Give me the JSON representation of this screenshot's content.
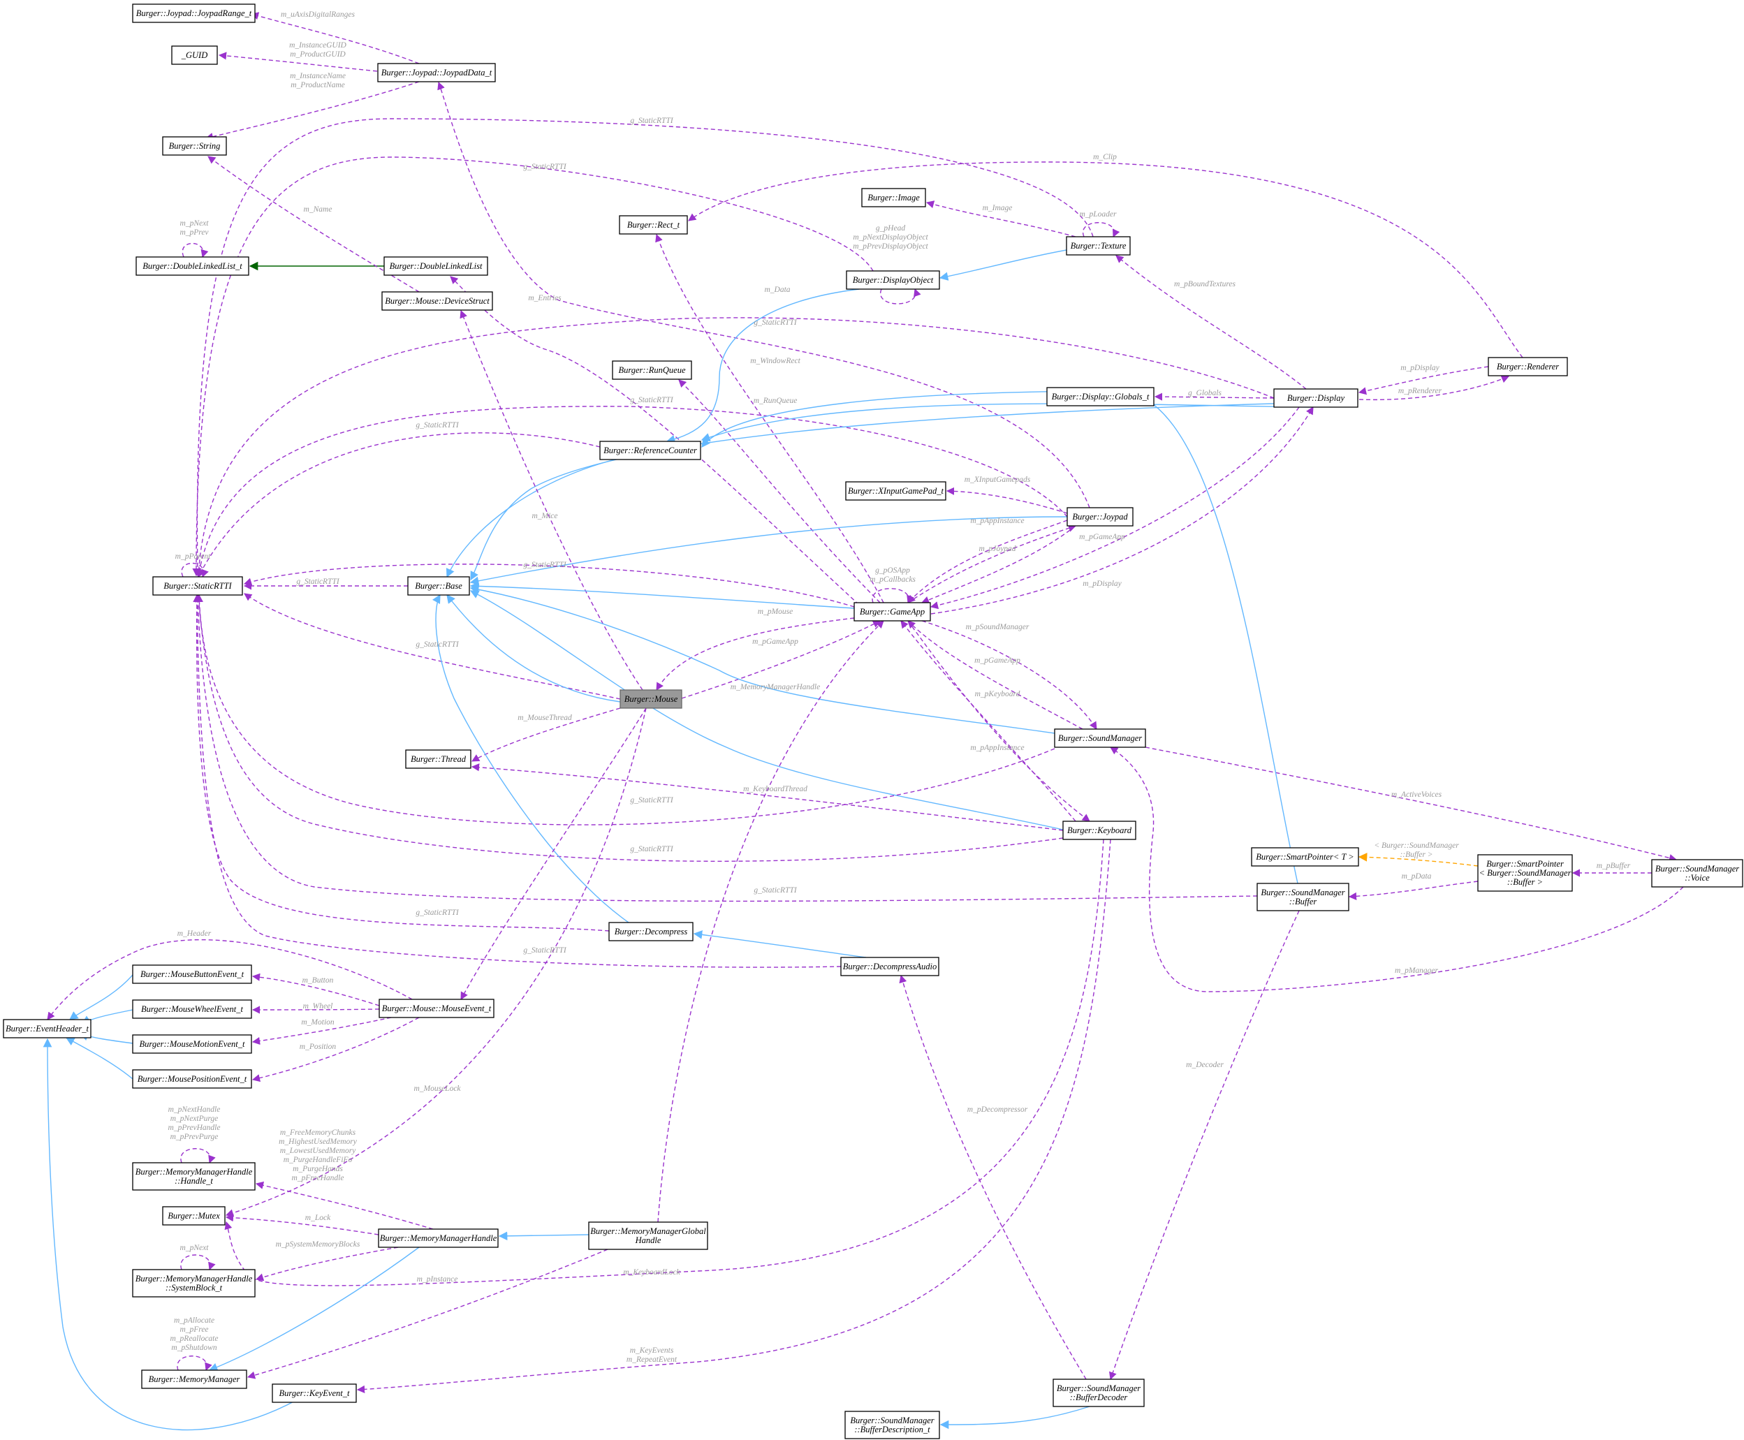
{
  "diagram": {
    "nodes": {
      "joypad_range": [
        "Burger::Joypad::JoypadRange_t"
      ],
      "guid": [
        "_GUID"
      ],
      "joypad_data": [
        "Burger::Joypad::JoypadData_t"
      ],
      "string": [
        "Burger::String"
      ],
      "dll_t": [
        "Burger::DoubleLinkedList_t"
      ],
      "dll": [
        "Burger::DoubleLinkedList"
      ],
      "device_struct": [
        "Burger::Mouse::DeviceStruct"
      ],
      "rect": [
        "Burger::Rect_t"
      ],
      "image": [
        "Burger::Image"
      ],
      "texture": [
        "Burger::Texture"
      ],
      "display_object": [
        "Burger::DisplayObject"
      ],
      "run_queue": [
        "Burger::RunQueue"
      ],
      "renderer": [
        "Burger::Renderer"
      ],
      "display_globals": [
        "Burger::Display::Globals_t"
      ],
      "display": [
        "Burger::Display"
      ],
      "ref_counter": [
        "Burger::ReferenceCounter"
      ],
      "xinput": [
        "Burger::XInputGamePad_t"
      ],
      "joypad": [
        "Burger::Joypad"
      ],
      "static_rtti": [
        "Burger::StaticRTTI"
      ],
      "base": [
        "Burger::Base"
      ],
      "game_app": [
        "Burger::GameApp"
      ],
      "mouse": [
        "Burger::Mouse"
      ],
      "sound_manager": [
        "Burger::SoundManager"
      ],
      "thread": [
        "Burger::Thread"
      ],
      "keyboard": [
        "Burger::Keyboard"
      ],
      "smart_pointer_t": [
        "Burger::SmartPointer< T >"
      ],
      "smart_pointer_buf": [
        "Burger::SmartPointer",
        "< Burger::SoundManager",
        "::Buffer >"
      ],
      "voice": [
        "Burger::SoundManager",
        "::Voice"
      ],
      "buffer": [
        "Burger::SoundManager",
        "::Buffer"
      ],
      "decompress": [
        "Burger::Decompress"
      ],
      "decompress_audio": [
        "Burger::DecompressAudio"
      ],
      "mouse_button_event": [
        "Burger::MouseButtonEvent_t"
      ],
      "mouse_event": [
        "Burger::Mouse::MouseEvent_t"
      ],
      "mouse_wheel_event": [
        "Burger::MouseWheelEvent_t"
      ],
      "event_header": [
        "Burger::EventHeader_t"
      ],
      "mouse_motion_event": [
        "Burger::MouseMotionEvent_t"
      ],
      "mouse_position_event": [
        "Burger::MousePositionEvent_t"
      ],
      "mmh_handle": [
        "Burger::MemoryManagerHandle",
        "::Handle_t"
      ],
      "mutex": [
        "Burger::Mutex"
      ],
      "mmh": [
        "Burger::MemoryManagerHandle"
      ],
      "mm_global": [
        "Burger::MemoryManagerGlobal",
        "Handle"
      ],
      "mmh_system": [
        "Burger::MemoryManagerHandle",
        "::SystemBlock_t"
      ],
      "memory_manager": [
        "Burger::MemoryManager"
      ],
      "key_event": [
        "Burger::KeyEvent_t"
      ],
      "buffer_decoder": [
        "Burger::SoundManager",
        "::BufferDecoder"
      ],
      "buffer_description": [
        "Burger::SoundManager",
        "::BufferDescription_t"
      ]
    },
    "edge_labels": {
      "axis_ranges": [
        "m_uAxisDigitalRanges"
      ],
      "guids": [
        "m_InstanceGUID",
        "m_ProductGUID"
      ],
      "names": [
        "m_InstanceName",
        "m_ProductName"
      ],
      "joy_rtti": [
        "g_StaticRTTI"
      ],
      "dobj_rtti": [
        "g_StaticRTTI"
      ],
      "clip": [
        "m_Clip"
      ],
      "dll_self": [
        "m_pNext",
        "m_pPrev"
      ],
      "m_name": [
        "m_Name"
      ],
      "m_image": [
        "m_Image"
      ],
      "tex_loader": [
        "m_pLoader"
      ],
      "dobj_self": [
        "g_pHead",
        "m_pNextDisplayObject",
        "m_pPrevDisplayObject"
      ],
      "m_data": [
        "m_Data"
      ],
      "entries": [
        "m_Entries"
      ],
      "bound_tex": [
        "m_pBoundTextures"
      ],
      "disp_rtti": [
        "g_StaticRTTI"
      ],
      "window_rect": [
        "m_WindowRect"
      ],
      "r_display": [
        "m_pDisplay"
      ],
      "r_renderer": [
        "m_pRenderer"
      ],
      "globals": [
        "g_Globals"
      ],
      "run_queue": [
        "m_RunQueue"
      ],
      "keyb_rtti_top": [
        "g_StaticRTTI"
      ],
      "ref_rtti": [
        "g_StaticRTTI"
      ],
      "xinput": [
        "m_XInputGamepads"
      ],
      "mice": [
        "m_Mice"
      ],
      "pappinst_joy": [
        "m_pAppInstance"
      ],
      "pgameapp_disp": [
        "m_pGameApp"
      ],
      "pjoypad": [
        "m_pJoypad"
      ],
      "rtti_self": [
        "m_pParent"
      ],
      "app_self": [
        "g_pOSApp",
        "m_pCallbacks"
      ],
      "gameapp_rtti": [
        "g_StaticRTTI"
      ],
      "base_rtti": [
        "g_StaticRTTI"
      ],
      "pdisplay": [
        "m_pDisplay"
      ],
      "pmouse": [
        "m_pMouse"
      ],
      "mouse_rtti": [
        "g_StaticRTTI"
      ],
      "psound": [
        "m_pSoundManager"
      ],
      "pgameapp_mouse": [
        "m_pGameApp"
      ],
      "pgameapp_sound": [
        "m_pGameApp"
      ],
      "mmh_app": [
        "m_MemoryManagerHandle"
      ],
      "pkeyboard": [
        "m_pKeyboard"
      ],
      "mouse_thread": [
        "m_MouseThread"
      ],
      "pappinst_kb": [
        "m_pAppInstance"
      ],
      "kb_thread": [
        "m_KeyboardThread"
      ],
      "active_voices": [
        "m_ActiveVoices"
      ],
      "sound_rtti": [
        "g_StaticRTTI"
      ],
      "kb_rtti": [
        "g_StaticRTTI"
      ],
      "tmpl_args": [
        "< Burger::SoundManager",
        "::Buffer >"
      ],
      "pdata": [
        "m_pData"
      ],
      "pbuffer": [
        "m_pBuffer"
      ],
      "buffer_rtti": [
        "g_StaticRTTI"
      ],
      "decomp_rtti": [
        "g_StaticRTTI"
      ],
      "header": [
        "m_Header"
      ],
      "daudio_rtti": [
        "g_StaticRTTI"
      ],
      "pmanager": [
        "m_pManager"
      ],
      "button": [
        "m_Button"
      ],
      "wheel": [
        "m_Wheel"
      ],
      "motion": [
        "m_Motion"
      ],
      "position": [
        "m_Position"
      ],
      "decoder": [
        "m_Decoder"
      ],
      "mouse_lock": [
        "m_MouseLock"
      ],
      "handle_self": [
        "m_pNextHandle",
        "m_pNextPurge",
        "m_pPrevHandle",
        "m_pPrevPurge"
      ],
      "mmh_fields": [
        "m_FreeMemoryChunks",
        "m_HighestUsedMemory",
        "m_LowestUsedMemory",
        "m_PurgeHandleFiFo",
        "m_PurgeHands",
        "m_pFreeHandle"
      ],
      "pdecompressor": [
        "m_pDecompressor"
      ],
      "m_lock": [
        "m_Lock"
      ],
      "system_block": [
        "m_pSystemMemoryBlocks"
      ],
      "keyboard_lock": [
        "m_KeyboardLock"
      ],
      "sys_self": [
        "m_pNext"
      ],
      "pinstance": [
        "m_pInstance"
      ],
      "mm_self": [
        "m_pAllocate",
        "m_pFree",
        "m_pReallocate",
        "m_pShutdown"
      ],
      "key_events": [
        "m_KeyEvents",
        "m_RepeatEvent"
      ]
    }
  }
}
